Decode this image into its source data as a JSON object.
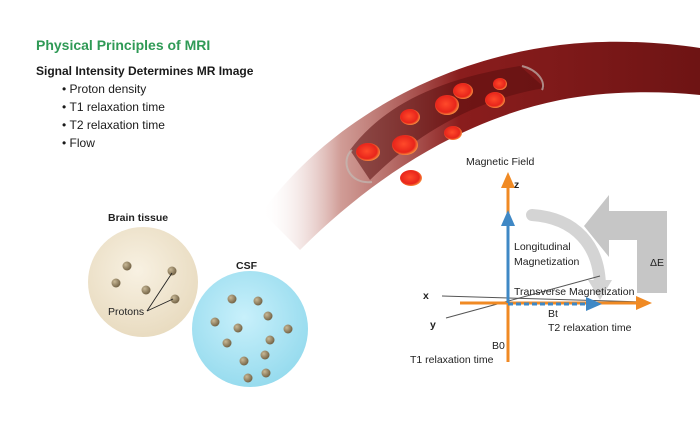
{
  "header": {
    "title": "Physical Principles of MRI",
    "subtitle": "Signal Intensity Determines MR Image",
    "bullets": [
      "Proton density",
      "T1 relaxation time",
      "T2 relaxation time",
      "Flow"
    ]
  },
  "circles": {
    "brain_tissue_label": "Brain tissue",
    "csf_label": "CSF",
    "protons_label": "Protons"
  },
  "magnetization_diagram": {
    "magnetic_field_label": "Magnetic Field",
    "z_axis": "z",
    "x_axis": "x",
    "y_axis": "y",
    "longitudinal_line1": "Longitudinal",
    "longitudinal_line2": "Magnetization",
    "transverse_label": "Transverse Magnetization",
    "delta_e": "ΔE",
    "b_t": "Bt",
    "b_0": "B0",
    "t2_label": "T2 relaxation time",
    "t1_label": "T1 relaxation time"
  },
  "colors": {
    "title_green": "#2f9a56",
    "vessel_red": "#8a1d1d",
    "blood_cell": "#e8251b",
    "brain_tissue_fill": "#efe5cf",
    "csf_fill": "#a9e3f2",
    "proton": "#857456",
    "orange_axis": "#f08a24",
    "blue_arrow": "#3f88c5",
    "grey_arrow": "#c6c6c6"
  }
}
